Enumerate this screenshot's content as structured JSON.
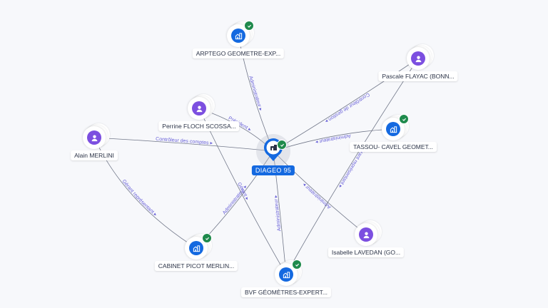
{
  "center": {
    "name": "DIAGEO 95",
    "type": "company",
    "verified": true,
    "icon": "building-icon"
  },
  "nodes": [
    {
      "id": "arptego",
      "name": "ARPTEGO GEOMETRE-EXP...",
      "type": "company",
      "verified": true,
      "icon": "building-icon"
    },
    {
      "id": "pascale",
      "name": "Pascale FLAYAC (BONN...",
      "type": "person",
      "verified": false,
      "icon": "person-icon"
    },
    {
      "id": "perrine",
      "name": "Perrine FLOCH SCOSSA...",
      "type": "person",
      "verified": false,
      "icon": "person-icon"
    },
    {
      "id": "alain",
      "name": "Alain MERLINI",
      "type": "person",
      "verified": false,
      "icon": "person-icon"
    },
    {
      "id": "tassou",
      "name": "TASSOU- CAVEL GEOMET...",
      "type": "company",
      "verified": true,
      "icon": "building-icon"
    },
    {
      "id": "isabelle",
      "name": "Isabelle LAVEDAN (GO...",
      "type": "person",
      "verified": false,
      "icon": "person-icon"
    },
    {
      "id": "cabinet",
      "name": "CABINET PICOT MERLIN...",
      "type": "company",
      "verified": true,
      "icon": "building-icon"
    },
    {
      "id": "bvf",
      "name": "BVF GÉOMÈTRES-EXPERT...",
      "type": "company",
      "verified": true,
      "icon": "building-icon"
    }
  ],
  "edges": [
    {
      "from": "arptego",
      "to": "center",
      "label": "Administrateur"
    },
    {
      "from": "pascale",
      "to": "center",
      "label": "Contrôleur de gestion"
    },
    {
      "from": "perrine",
      "to": "center",
      "label": "Président"
    },
    {
      "from": "alain",
      "to": "center",
      "label": "Contrôleur des comptes"
    },
    {
      "from": "tassou",
      "to": "center",
      "label": "Administrateur"
    },
    {
      "from": "isabelle",
      "to": "center",
      "label": "Administrateur"
    },
    {
      "from": "cabinet",
      "to": "center",
      "label": "Administrateur"
    },
    {
      "from": "bvf",
      "to": "center",
      "label": "Administrateur"
    },
    {
      "from": "alain",
      "to": "cabinet",
      "label": "Gérant représentant"
    },
    {
      "from": "pascale",
      "to": "bvf",
      "label": "Gérant représentant"
    },
    {
      "from": "perrine",
      "to": "bvf",
      "label": "Gérant"
    }
  ],
  "colors": {
    "company": "#1469e0",
    "person": "#7c4fe0",
    "verified": "#1f8a4c",
    "edge_label": "#6b63d9"
  }
}
